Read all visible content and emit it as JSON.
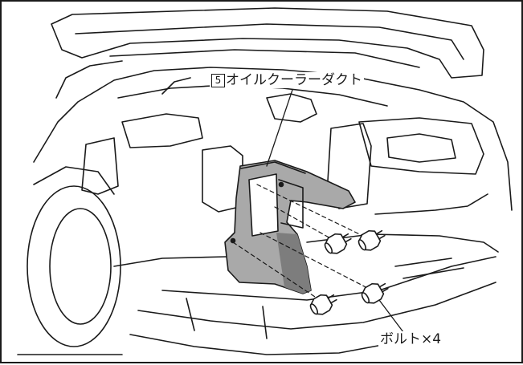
{
  "callouts": {
    "part": {
      "number": "5",
      "name": "オイルクーラーダクト"
    },
    "bolts": {
      "text": "ボルト×4"
    }
  },
  "colors": {
    "line": "#1a1a1a",
    "duct_fill": "#a9a9a9",
    "duct_shadow": "#7d7d7d",
    "background": "#ffffff"
  }
}
